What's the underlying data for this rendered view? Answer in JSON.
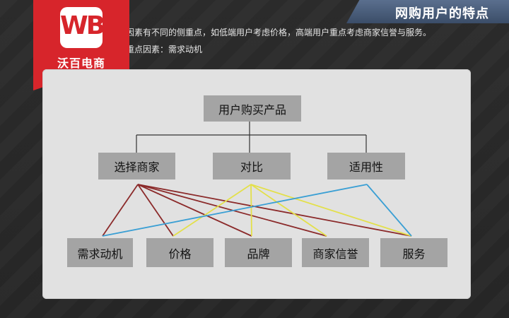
{
  "brand": {
    "name": "沃百电商",
    "mark": "WB",
    "color": "#d7252b"
  },
  "header": {
    "title": "网购用户的特点",
    "line1": "因素有不同的侧重点，如低端用户考虑价格，高端用户重点考虑商家信誉与服务。",
    "line2": "重点因素：需求动机"
  },
  "diagram": {
    "root": "用户购买产品",
    "middle": [
      "选择商家",
      "对比",
      "适用性"
    ],
    "bottom": [
      "需求动机",
      "价格",
      "品牌",
      "商家信誉",
      "服务"
    ],
    "links": [
      {
        "from": 0,
        "to": 0,
        "color": "#8b2a2a"
      },
      {
        "from": 0,
        "to": 1,
        "color": "#8b2a2a"
      },
      {
        "from": 0,
        "to": 2,
        "color": "#8b2a2a"
      },
      {
        "from": 0,
        "to": 3,
        "color": "#8b2a2a"
      },
      {
        "from": 0,
        "to": 4,
        "color": "#8b2a2a"
      },
      {
        "from": 1,
        "to": 1,
        "color": "#e3e04a"
      },
      {
        "from": 1,
        "to": 2,
        "color": "#e3e04a"
      },
      {
        "from": 1,
        "to": 3,
        "color": "#e3e04a"
      },
      {
        "from": 1,
        "to": 4,
        "color": "#e3e04a"
      },
      {
        "from": 2,
        "to": 0,
        "color": "#3a9fd4"
      },
      {
        "from": 2,
        "to": 4,
        "color": "#3a9fd4"
      }
    ]
  }
}
